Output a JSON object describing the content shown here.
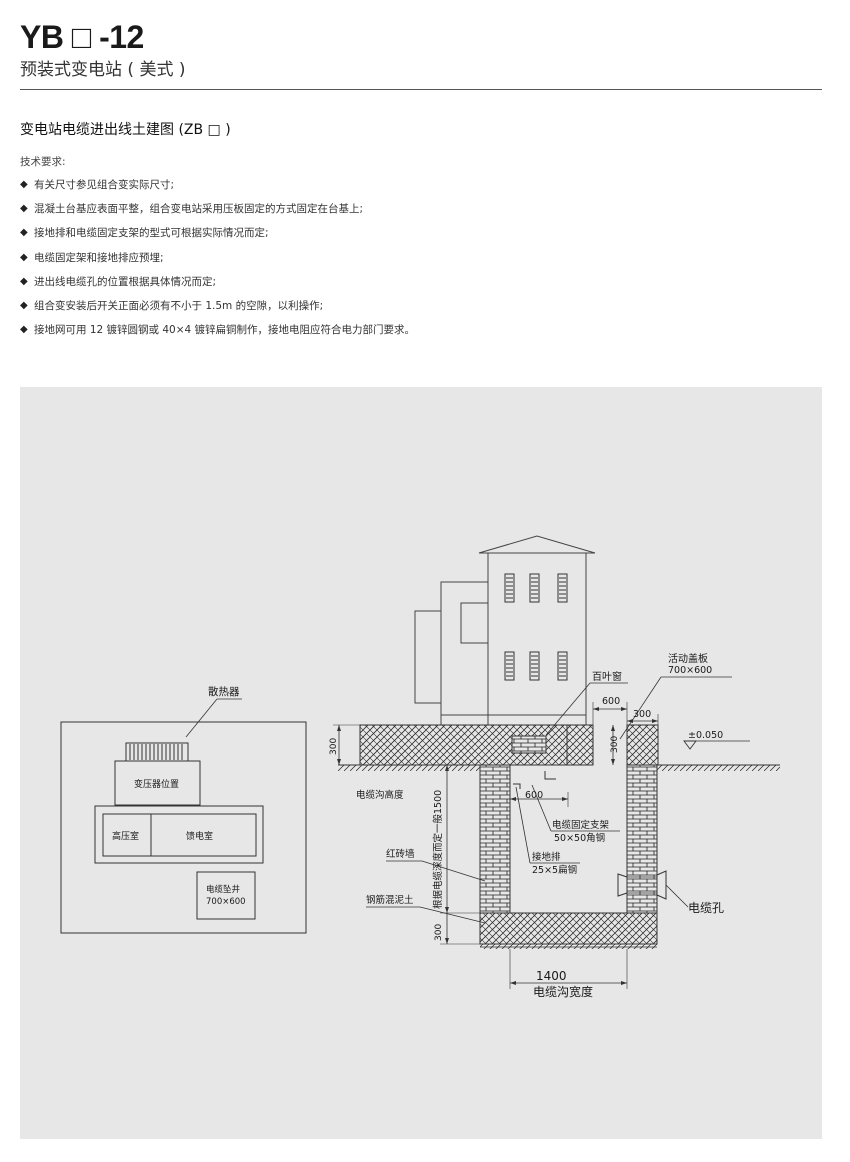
{
  "header": {
    "title": "YB □ -12",
    "subtitle": "预装式变电站 ( 美式 )"
  },
  "section": {
    "title": "变电站电缆进出线土建图 (ZB □ )"
  },
  "requirements": {
    "heading": "技术要求:",
    "bullet": "◆",
    "items": [
      "有关尺寸参见组合变实际尺寸;",
      "混凝土台基应表面平整，组合变电站采用压板固定的方式固定在台基上;",
      "接地排和电缆固定支架的型式可根据实际情况而定;",
      "电缆固定架和接地排应预埋;",
      "进出线电缆孔的位置根据具体情况而定;",
      "组合变安装后开关正面必须有不小于 1.5m 的空隙，以利操作;",
      "接地网可用 12 镀锌圆钢或 40×4 镀锌扁铜制作，接地电阻应符合电力部门要求。"
    ]
  },
  "plan_view": {
    "radiator": "散热器",
    "transformer_position": "变压器位置",
    "high_voltage_room": "高压室",
    "feeder_room": "馈电室",
    "cable_well": "电缆坠井",
    "cable_well_size": "700×600"
  },
  "section_view": {
    "louver_window": "百叶窗",
    "movable_cover": "活动盖板",
    "movable_cover_size": "700×600",
    "dim_600_top": "600",
    "dim_300_top": "300",
    "dim_300_right": "300",
    "dim_300_left": "300",
    "elevation": "±0.050",
    "trench_height": "电缆沟高度",
    "depth_note": "根据电缆深度而定一般1500",
    "dim_600_bracket": "600",
    "bracket_label": "电缆固定支架",
    "bracket_spec": "50×50角钢",
    "ground_bar_label": "接地排",
    "ground_bar_spec": "25×5扁钢",
    "brick_wall": "红砖墙",
    "rc_concrete": "钢筋混泥土",
    "dim_300_bottom": "300",
    "cable_hole": "电缆孔",
    "width_value": "1400",
    "width_label": "电缆沟宽度"
  }
}
